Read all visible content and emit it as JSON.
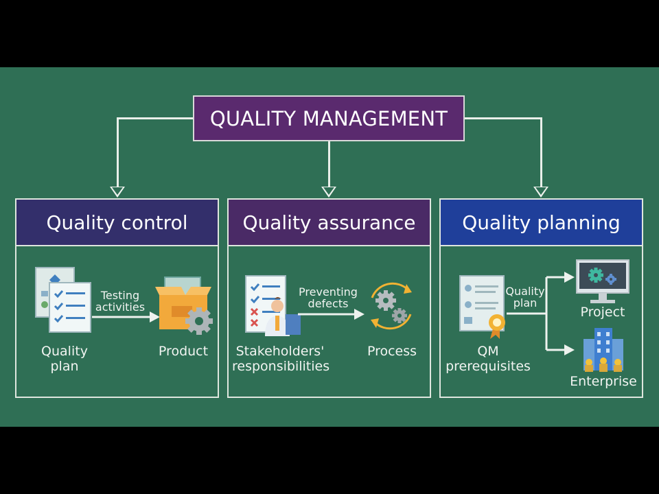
{
  "diagram": {
    "title": "QUALITY MANAGEMENT",
    "panels": [
      {
        "heading": "Quality control",
        "heading_color": "#332f6b",
        "source_label": "Quality plan",
        "arrow_label": "Testing activities",
        "target_label": "Product"
      },
      {
        "heading": "Quality assurance",
        "heading_color": "#4a2a66",
        "source_label": "Stakeholders' responsibilities",
        "arrow_label": "Preventing defects",
        "target_label": "Process"
      },
      {
        "heading": "Quality planning",
        "heading_color": "#1f3f9a",
        "source_label": "QM prerequisites",
        "arrow_label": "Quality plan",
        "target_top_label": "Project",
        "target_bottom_label": "Enterprise"
      }
    ],
    "colors": {
      "background": "#2f6f55",
      "letterbox": "#000000",
      "title_box": "#5a2a6e",
      "lines": "#e9efe9"
    },
    "icons": [
      "document-icon",
      "checklist-icon",
      "package-icon",
      "gear-icon",
      "person-icon",
      "process-cycle-icon",
      "certificate-icon",
      "monitor-icon",
      "building-icon"
    ]
  }
}
